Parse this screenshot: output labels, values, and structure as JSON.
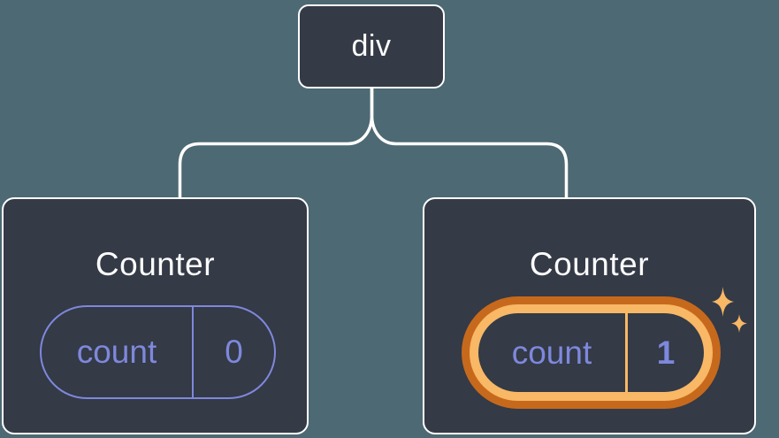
{
  "diagram": {
    "root_node": {
      "label": "div"
    },
    "counters": [
      {
        "title": "Counter",
        "state_key": "count",
        "state_value": "0",
        "highlighted": false
      },
      {
        "title": "Counter",
        "state_key": "count",
        "state_value": "1",
        "highlighted": true
      }
    ]
  },
  "icons": {
    "sparkle_large": "sparkles-icon",
    "sparkle_small": "sparkles-icon"
  },
  "colors": {
    "background": "#4d6973",
    "card_fill": "#343a46",
    "outline_white": "#ffffff",
    "state_accent": "#7e88dc",
    "highlight_ring_outer": "#c7691c",
    "highlight_ring_inner": "#f8b865"
  }
}
